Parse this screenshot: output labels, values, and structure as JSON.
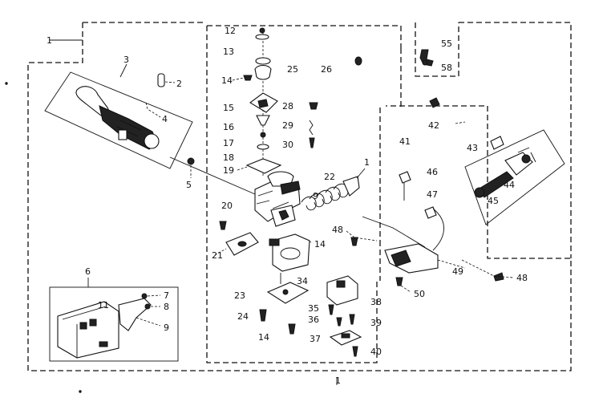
{
  "diagram": {
    "labels": [
      {
        "id": "1a",
        "text": "1"
      },
      {
        "id": "2",
        "text": "2"
      },
      {
        "id": "3",
        "text": "3"
      },
      {
        "id": "4",
        "text": "4"
      },
      {
        "id": "5",
        "text": "5"
      },
      {
        "id": "6",
        "text": "6"
      },
      {
        "id": "7",
        "text": "7"
      },
      {
        "id": "8",
        "text": "8"
      },
      {
        "id": "9a",
        "text": "9"
      },
      {
        "id": "11",
        "text": "11"
      },
      {
        "id": "12",
        "text": "12"
      },
      {
        "id": "13",
        "text": "13"
      },
      {
        "id": "14a",
        "text": "14"
      },
      {
        "id": "15",
        "text": "15"
      },
      {
        "id": "16",
        "text": "16"
      },
      {
        "id": "17",
        "text": "17"
      },
      {
        "id": "18",
        "text": "18"
      },
      {
        "id": "19",
        "text": "19"
      },
      {
        "id": "20",
        "text": "20"
      },
      {
        "id": "21",
        "text": "21"
      },
      {
        "id": "22",
        "text": "22"
      },
      {
        "id": "23",
        "text": "23"
      },
      {
        "id": "24",
        "text": "24"
      },
      {
        "id": "25",
        "text": "25"
      },
      {
        "id": "26",
        "text": "26"
      },
      {
        "id": "28",
        "text": "28"
      },
      {
        "id": "29",
        "text": "29"
      },
      {
        "id": "30",
        "text": "30"
      },
      {
        "id": "34",
        "text": "34"
      },
      {
        "id": "35",
        "text": "35"
      },
      {
        "id": "36",
        "text": "36"
      },
      {
        "id": "37",
        "text": "37"
      },
      {
        "id": "38",
        "text": "38"
      },
      {
        "id": "39",
        "text": "39"
      },
      {
        "id": "40",
        "text": "40"
      },
      {
        "id": "41",
        "text": "41"
      },
      {
        "id": "42",
        "text": "42"
      },
      {
        "id": "43",
        "text": "43"
      },
      {
        "id": "44",
        "text": "44"
      },
      {
        "id": "45",
        "text": "45"
      },
      {
        "id": "46",
        "text": "46"
      },
      {
        "id": "47",
        "text": "47"
      },
      {
        "id": "48a",
        "text": "48"
      },
      {
        "id": "48b",
        "text": "48"
      },
      {
        "id": "49",
        "text": "49"
      },
      {
        "id": "50",
        "text": "50"
      },
      {
        "id": "55",
        "text": "55"
      },
      {
        "id": "58",
        "text": "58"
      },
      {
        "id": "14b",
        "text": "14"
      },
      {
        "id": "14c",
        "text": "14"
      },
      {
        "id": "9b",
        "text": "9"
      },
      {
        "id": "1b",
        "text": "1"
      },
      {
        "id": "1c",
        "text": "1"
      }
    ]
  }
}
